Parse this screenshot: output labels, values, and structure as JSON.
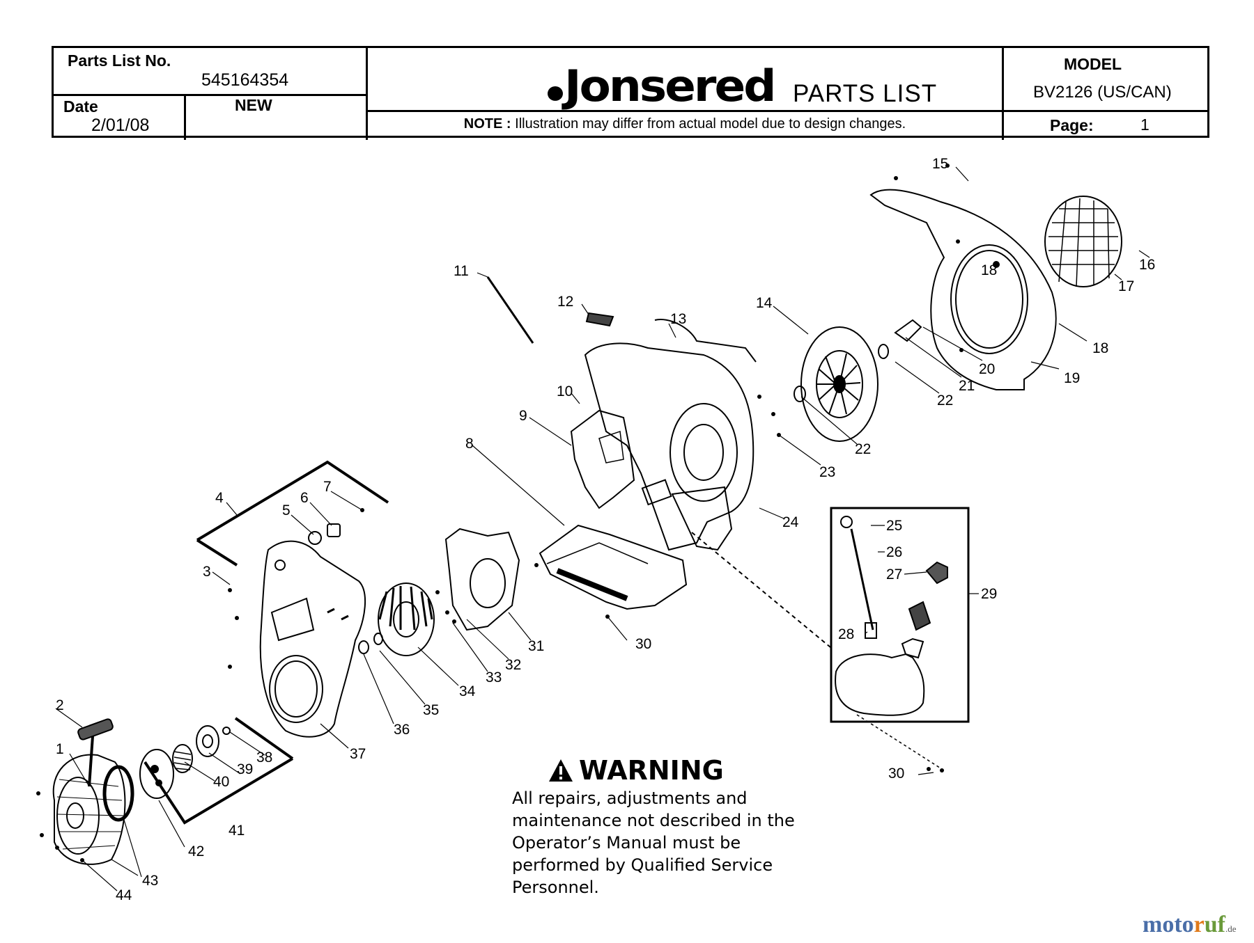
{
  "header": {
    "parts_list_no_label": "Parts List No.",
    "parts_list_no": "545164354",
    "date_label": "Date",
    "date": "2/01/08",
    "status": "NEW",
    "brand": "Jonsered",
    "doc_title": "PARTS LIST",
    "note_label": "NOTE :",
    "note_text": "Illustration may differ from actual model due to design changes.",
    "model_label": "MODEL",
    "model": "BV2126 (US/CAN)",
    "page_label": "Page:",
    "page": "1"
  },
  "callouts": [
    "1",
    "2",
    "3",
    "4",
    "5",
    "6",
    "7",
    "8",
    "9",
    "10",
    "11",
    "12",
    "13",
    "14",
    "15",
    "16",
    "17",
    "18",
    "18",
    "18",
    "19",
    "20",
    "21",
    "22",
    "22",
    "23",
    "24",
    "25",
    "26",
    "27",
    "28",
    "29",
    "30",
    "30",
    "30",
    "31",
    "32",
    "33",
    "34",
    "35",
    "36",
    "37",
    "38",
    "39",
    "40",
    "41",
    "42",
    "43",
    "44"
  ],
  "warning": {
    "title": "WARNING",
    "text": "All repairs, adjustments and maintenance not described in the Operator’s Manual must be performed by Qualified Service Personnel."
  },
  "watermark": {
    "part1": "moto",
    "part2": "r",
    "part3": "uf",
    "tld": ".de"
  }
}
